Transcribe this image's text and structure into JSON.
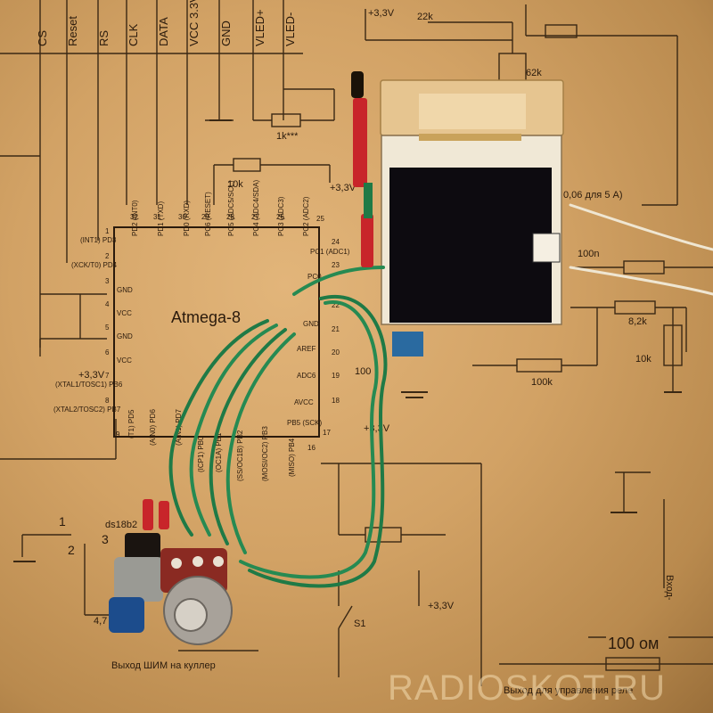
{
  "header_pins": [
    "CS",
    "Reset",
    "RS",
    "CLK",
    "DATA",
    "VCC 3.3V",
    "GND",
    "VLED+",
    "VLED-"
  ],
  "mcu": {
    "name": "Atmega-8",
    "left_pins": [
      "(INT1) PD3",
      "(XCK/T0) PD4",
      "GND",
      "VCC",
      "GND",
      "VCC",
      "(XTAL1/TOSC1) PB6",
      "(XTAL2/TOSC2) PB7"
    ],
    "top_pins": [
      "PD2 (INT0)",
      "PD1 (TXD)",
      "PD0 (RXD)",
      "PC6 (RESET)",
      "PC5 (ADC5/SCL)",
      "PC4 (ADC4/SDA)",
      "PC3 (ADC3)",
      "PC2 (ADC2)"
    ],
    "right_pins": [
      "PC1 (ADC1)",
      "PC0",
      "GND",
      "AREF",
      "ADC6",
      "AVCC",
      "PB5 (SCK)"
    ],
    "bottom_pins": [
      "(T1) PD5",
      "(AIN0) PD6",
      "(AIN1) PD7",
      "(ICP1) PB0",
      "(OC1A) PB1",
      "(SS/OC1B) PB2",
      "(MOSI/OC2) PB3",
      "(MISO) PB4"
    ],
    "pin_numbers": [
      "32",
      "31",
      "30",
      "29",
      "28",
      "27",
      "26",
      "25",
      "24",
      "23",
      "22",
      "21",
      "20",
      "19",
      "18",
      "17",
      "16",
      "9",
      "1",
      "2",
      "3",
      "4",
      "5",
      "6",
      "7",
      "8"
    ]
  },
  "schematic_labels": {
    "vcc_top": "+3,3V",
    "r_22k": "22k",
    "r_62k": "62k",
    "r_1k": "1k***",
    "r_10k": "10k",
    "vcc_mcu": "+3,3V",
    "vcc_xtal": "+3,3V",
    "shunt": "0,06 для 5 А)",
    "c_100n": "100n",
    "r_8_2k": "8,2k",
    "r_10k_right": "10k",
    "r_100k": "100k",
    "c_100": "100",
    "vcc_avcc": "+3,3V",
    "vcc_bottom": "+3,3V",
    "sensor": "ds18b2",
    "sensor_pin1": "1",
    "sensor_pin2": "2",
    "sensor_pin3": "3",
    "r_4_7": "4,7",
    "switch": "S1",
    "pwm_out": "Выход ШИМ на куллер",
    "relay_out": "Выход для управления реле",
    "r_100om": "100 ом",
    "input": "Вход-"
  },
  "watermark": "RADIOSKOT.RU"
}
